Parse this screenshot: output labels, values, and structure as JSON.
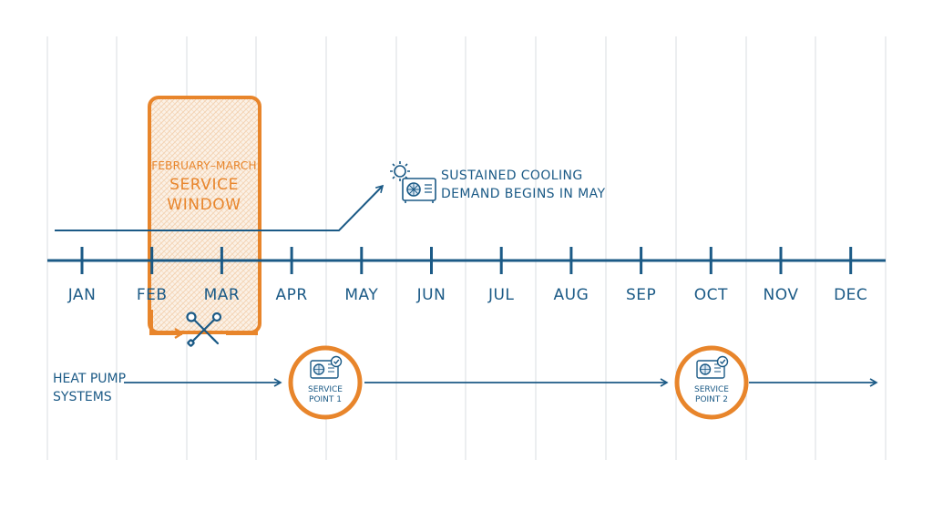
{
  "months": [
    "JAN",
    "FEB",
    "MAR",
    "APR",
    "MAY",
    "JUN",
    "JUL",
    "AUG",
    "SEP",
    "OCT",
    "NOV",
    "DEC"
  ],
  "service_window": {
    "line1": "FEBRUARY–MARCH",
    "line2": "SERVICE",
    "line3": "WINDOW"
  },
  "callout": {
    "line1": "SUSTAINED COOLING",
    "line2": "DEMAND BEGINS IN MAY",
    "icons": [
      "sun-icon",
      "outdoor-unit-icon"
    ]
  },
  "row_label": {
    "line1": "HEAT PUMP",
    "line2": "SYSTEMS"
  },
  "service_points": [
    {
      "line1": "SERVICE",
      "line2": "POINT 1",
      "icon": "outdoor-unit-check-icon"
    },
    {
      "line1": "SERVICE",
      "line2": "POINT 2",
      "icon": "outdoor-unit-check-icon"
    }
  ],
  "colors": {
    "navy": "#1b5a86",
    "orange": "#e8852b",
    "grid": "#d9dde2"
  }
}
